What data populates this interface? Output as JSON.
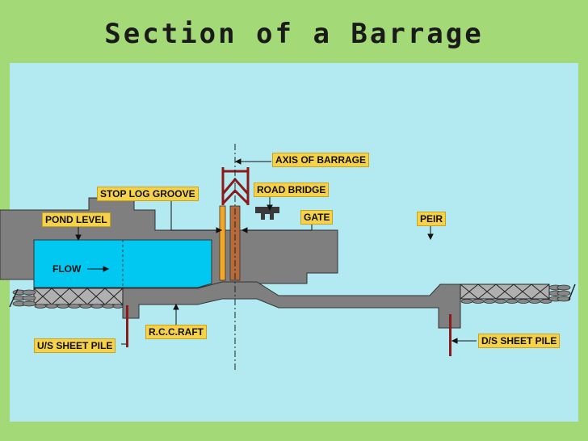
{
  "title": "Section of a Barrage",
  "labels": {
    "axis_of_barrage": "AXIS OF BARRAGE",
    "stop_log_groove": "STOP LOG GROOVE",
    "road_bridge": "ROAD BRIDGE",
    "pond_level": "POND LEVEL",
    "gate": "GATE",
    "peir": "PEIR",
    "flow": "FLOW",
    "rcc_raft": "R.C.C.RAFT",
    "us_sheet_pile": "U/S SHEET PILE",
    "ds_sheet_pile": "D/S SHEET PILE"
  },
  "colors": {
    "background": "#a3d977",
    "panel": "#b3eaf2",
    "concrete": "#7f7f7f",
    "water": "#00c8f0",
    "label": "#f6d24a",
    "sheet_pile": "#8b1a1a",
    "gate_orange": "#f5a623",
    "gate_brown": "#b86b3a"
  }
}
